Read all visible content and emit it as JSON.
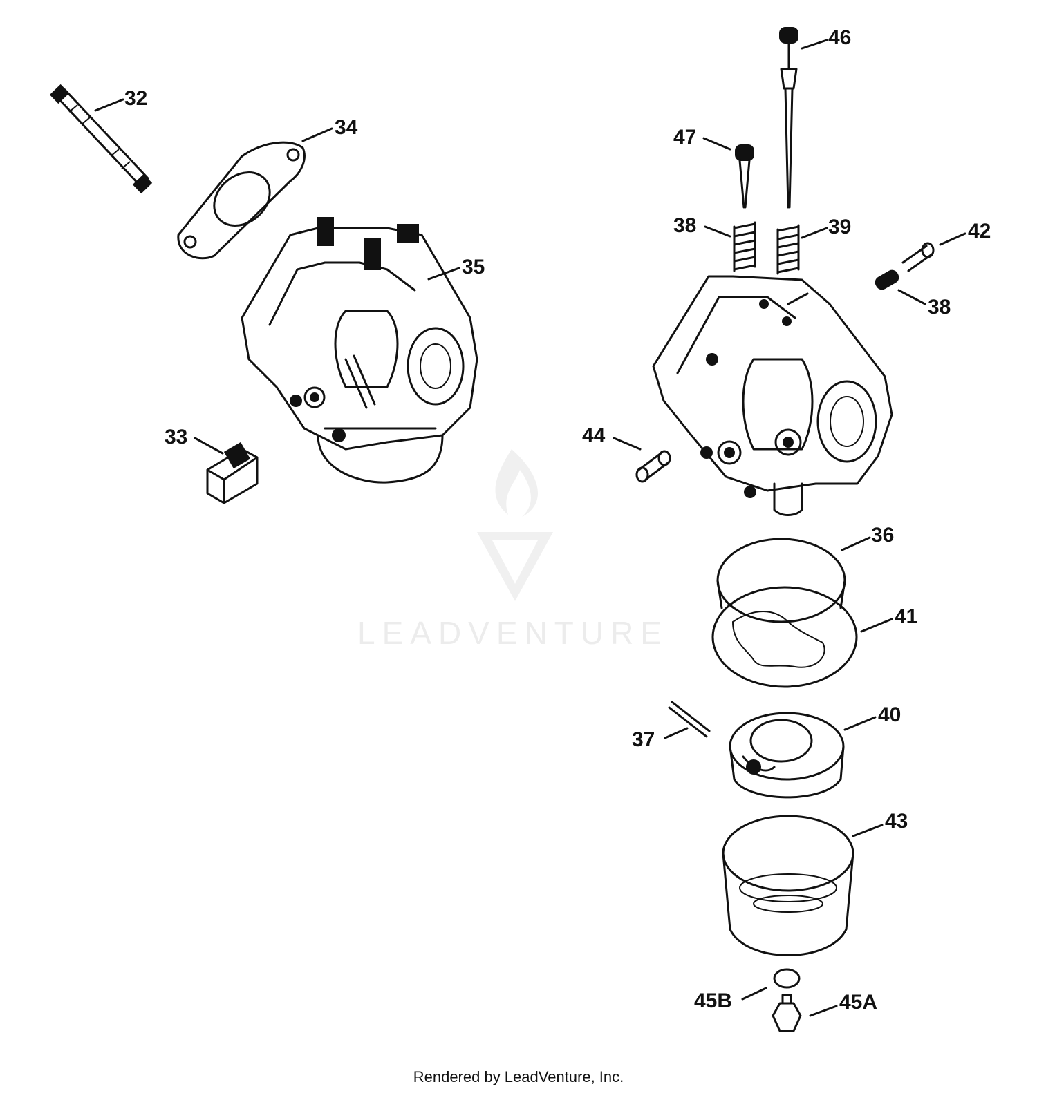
{
  "watermark": {
    "text": "LEADVENTURE"
  },
  "callouts": {
    "c32": "32",
    "c34": "34",
    "c35": "35",
    "c33": "33",
    "c46": "46",
    "c47": "47",
    "c38a": "38",
    "c39": "39",
    "c42": "42",
    "c38b": "38",
    "c44": "44",
    "c36": "36",
    "c41": "41",
    "c40": "40",
    "c37": "37",
    "c43": "43",
    "c45b": "45B",
    "c45a": "45A"
  },
  "footer": {
    "text": "Rendered by LeadVenture, Inc."
  }
}
